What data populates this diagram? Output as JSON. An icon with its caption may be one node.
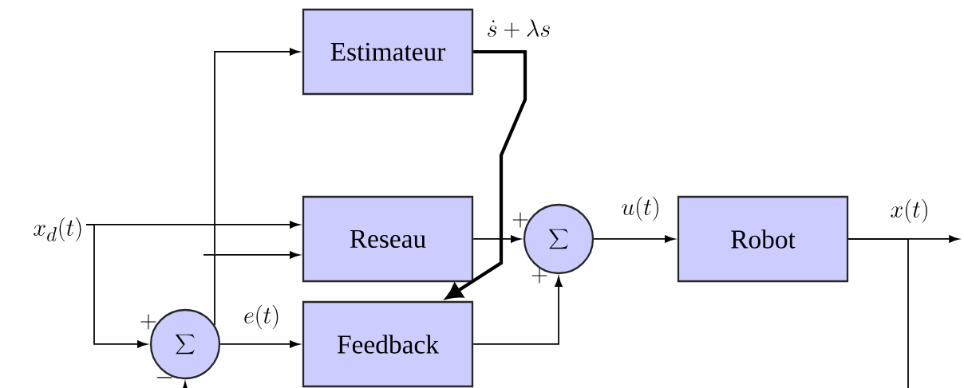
{
  "diagram": {
    "nodes": [
      {
        "text": [
          "Estimateur"
        ]
      },
      {
        "text": [
          "x_d(t)"
        ]
      },
      {
        "text": [
          "Reseau"
        ]
      },
      {
        "text": [
          "\\sum"
        ]
      },
      {
        "text": [
          "Robot"
        ]
      },
      {
        "text": [
          "\\sum"
        ]
      },
      {
        "text": [
          "Feedback"
        ]
      }
    ],
    "edges": [
      {
        "from": 1,
        "to": 2,
        "arrow": "to"
      },
      {
        "from": 1,
        "to": 5,
        "arrow": "to"
      },
      {
        "from": 5,
        "to": 6,
        "arrow": "to",
        "label": "e(t)"
      },
      {
        "from": 5,
        "to": 0,
        "arrow": "to"
      },
      {
        "from": null,
        "to": 2,
        "arrow": "to"
      },
      {
        "from": 2,
        "to": 3,
        "arrow": "to"
      },
      {
        "from": 6,
        "to": 3,
        "arrow": "to"
      },
      {
        "from": 3,
        "to": 4,
        "arrow": "to",
        "label": "u(t)"
      },
      {
        "from": 4,
        "to": null,
        "arrow": "to",
        "label": "x(t)"
      },
      {
        "from": 4,
        "to": null,
        "arrow": "none"
      },
      {
        "from": null,
        "to": 5,
        "arrow": "to"
      },
      {
        "from": 0,
        "to": 6,
        "arrow": "to",
        "style": "thick",
        "label": "\\dot{s} + \\lambda s"
      }
    ],
    "labels": [
      "+",
      "+",
      "+",
      "-"
    ]
  }
}
